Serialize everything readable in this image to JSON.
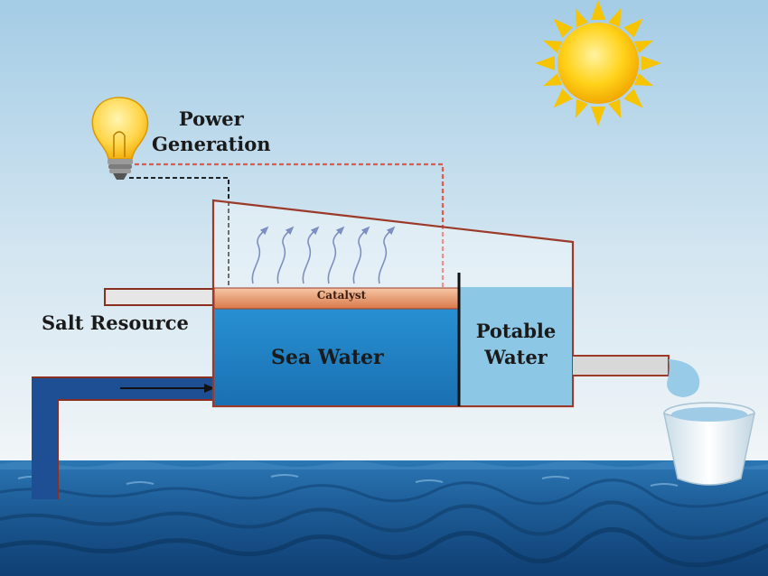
{
  "labels": {
    "power_line1": "Power",
    "power_line2": "Generation",
    "salt_resource": "Salt Resource",
    "catalyst": "Catalyst",
    "sea_water": "Sea Water",
    "potable_line1": "Potable",
    "potable_line2": "Water"
  },
  "icons": [
    "sun-icon",
    "light-bulb-icon",
    "cup-icon",
    "flow-arrow-icon",
    "vapor-arrow-icon"
  ],
  "colors": {
    "sky_top": "#a9cfe6",
    "sky_bottom": "#eef4f7",
    "ocean": "#1f5e96",
    "sea_water": "#1f82c6",
    "potable_water": "#8cc7e6",
    "catalyst": "#e0956a",
    "container_outline": "#9b3a28",
    "sun": "#ffd21a",
    "inlet_pipe": "#1e4f94",
    "black_wire": "#222222",
    "red_wire": "#e05a4a"
  }
}
